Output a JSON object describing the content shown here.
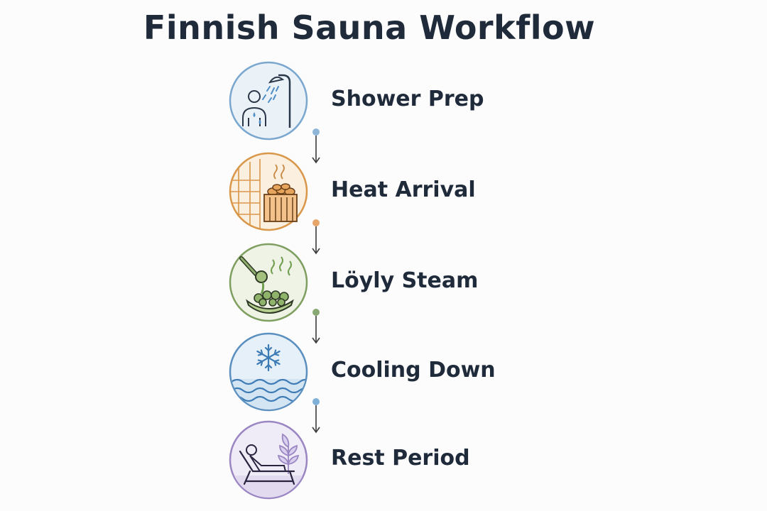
{
  "title": "Finnish Sauna Workflow",
  "steps": [
    {
      "label": "Shower Prep",
      "icon": "shower-icon",
      "color": "#7ba7cf",
      "fill": "#eaf2f8"
    },
    {
      "label": "Heat Arrival",
      "icon": "sauna-stove-icon",
      "color": "#d9974a",
      "fill": "#fbefe0"
    },
    {
      "label": "Löyly Steam",
      "icon": "water-ladle-steam-icon",
      "color": "#7f9f60",
      "fill": "#eef3e6"
    },
    {
      "label": "Cooling Down",
      "icon": "snowflake-water-icon",
      "color": "#5a8fbf",
      "fill": "#e6f0f8"
    },
    {
      "label": "Rest Period",
      "icon": "lounge-chair-icon",
      "color": "#9a86c2",
      "fill": "#f0ecf7"
    }
  ],
  "connector_dot_colors": [
    "#8fb6d8",
    "#e8a56a",
    "#8aa873",
    "#7fb0d8"
  ]
}
